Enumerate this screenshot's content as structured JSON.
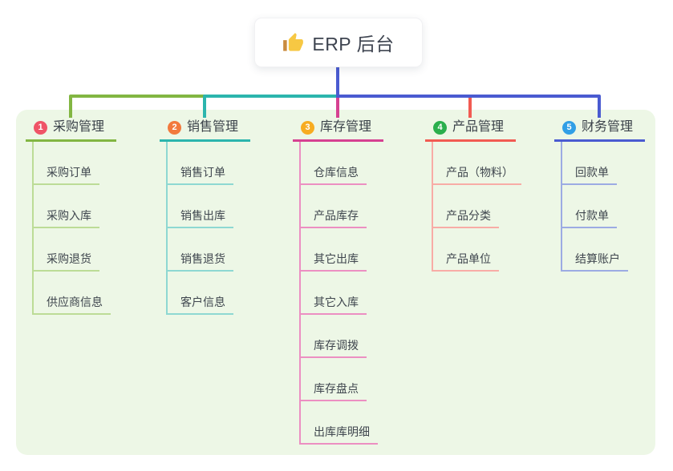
{
  "root_node": {
    "icon": "thumbs-up-icon",
    "title": "ERP 后台"
  },
  "canvas": {
    "background_color": "#ffffff",
    "panel_color": "#edf7e6",
    "stem_color": "#4a5bd1",
    "title_text_color": "#3e4450",
    "node_text_color": "#3f464e",
    "thumb_colors": {
      "hand": "#f7c843",
      "cuff": "#c98b3f"
    }
  },
  "branches": [
    {
      "index": "1",
      "label": "采购管理",
      "badge_color": "#ef5467",
      "line_color": "#82b642",
      "light_line_color": "#bcdc96",
      "items": [
        "采购订单",
        "采购入库",
        "采购退货",
        "供应商信息"
      ]
    },
    {
      "index": "2",
      "label": "销售管理",
      "badge_color": "#f27a3d",
      "line_color": "#2cb5ad",
      "light_line_color": "#8ed8d2",
      "items": [
        "销售订单",
        "销售出库",
        "销售退货",
        "客户信息"
      ]
    },
    {
      "index": "3",
      "label": "库存管理",
      "badge_color": "#f7ac21",
      "line_color": "#d64191",
      "light_line_color": "#ec8fc2",
      "items": [
        "仓库信息",
        "产品库存",
        "其它出库",
        "其它入库",
        "库存调拨",
        "库存盘点",
        "出库库明细"
      ]
    },
    {
      "index": "4",
      "label": "产品管理",
      "badge_color": "#2baf4d",
      "line_color": "#f25b52",
      "light_line_color": "#f8aca6",
      "items": [
        "产品（物料）",
        "产品分类",
        "产品单位"
      ]
    },
    {
      "index": "5",
      "label": "财务管理",
      "badge_color": "#319fe6",
      "line_color": "#4a5bd1",
      "light_line_color": "#9cabe3",
      "items": [
        "回款单",
        "付款单",
        "结算账户"
      ]
    }
  ]
}
